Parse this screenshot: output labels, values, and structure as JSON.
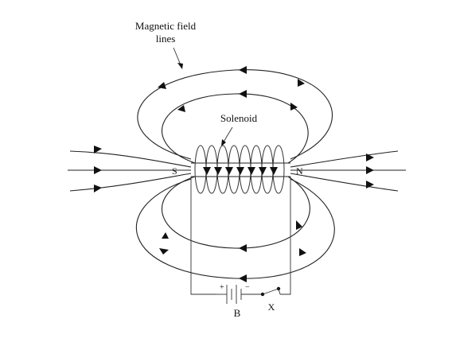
{
  "labels": {
    "field_lines_line1": "Magnetic field",
    "field_lines_line2": "lines",
    "solenoid": "Solenoid",
    "south_pole": "S",
    "north_pole": "N",
    "plus": "+",
    "minus": "−",
    "battery": "B",
    "key": "X"
  }
}
